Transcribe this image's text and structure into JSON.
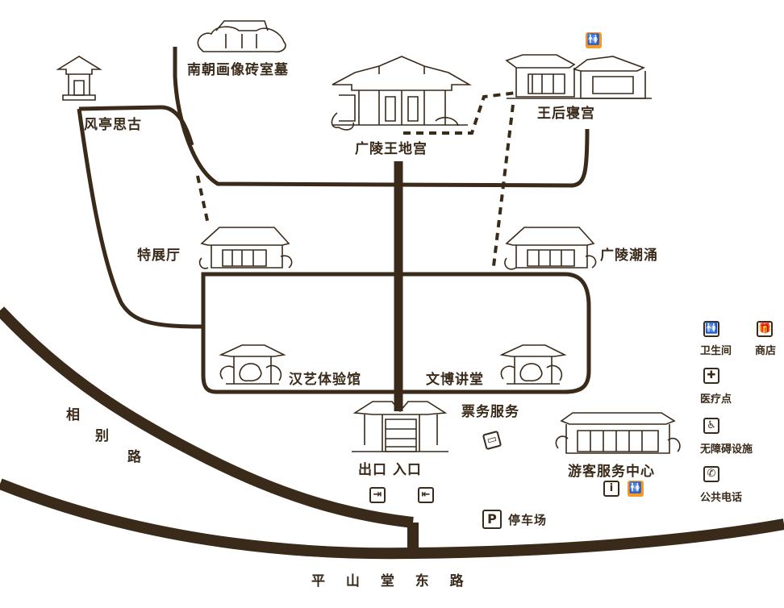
{
  "colors": {
    "road": "#3a2a1a",
    "accent": "#f39a2e",
    "background": "#ffffff"
  },
  "landmarks": {
    "nanchao_tomb": "南朝画像砖室墓",
    "fengting": "风亭思古",
    "guangling_palace": "广陵王地宫",
    "queen_palace": "王后寝宫",
    "special_hall": "特展厅",
    "guangling_tide": "广陵潮涌",
    "han_art": "汉艺体验馆",
    "wenbo": "文博讲堂",
    "ticket": "票务服务",
    "exit_entrance": "出口 入口",
    "visitor_center": "游客服务中心",
    "parking": "停车场"
  },
  "roads": {
    "xiangbie": [
      "相",
      "别",
      "路"
    ],
    "pingshantang": "平 山 堂 东 路"
  },
  "legend": [
    {
      "icon": "restroom-icon",
      "label": "卫生间"
    },
    {
      "icon": "shop-icon",
      "label": "商店"
    },
    {
      "icon": "medical-icon",
      "label": "医疗点"
    },
    {
      "icon": "accessibility-icon",
      "label": "无障碍设施"
    },
    {
      "icon": "phone-icon",
      "label": "公共电话"
    }
  ],
  "icons": {
    "restroom": "restroom-icon",
    "info": "info-icon",
    "exit": "exit-icon",
    "entrance": "entrance-icon",
    "ticket": "ticket-icon",
    "parking": "parking-icon",
    "parking_glyph": "P",
    "info_glyph": "i"
  }
}
